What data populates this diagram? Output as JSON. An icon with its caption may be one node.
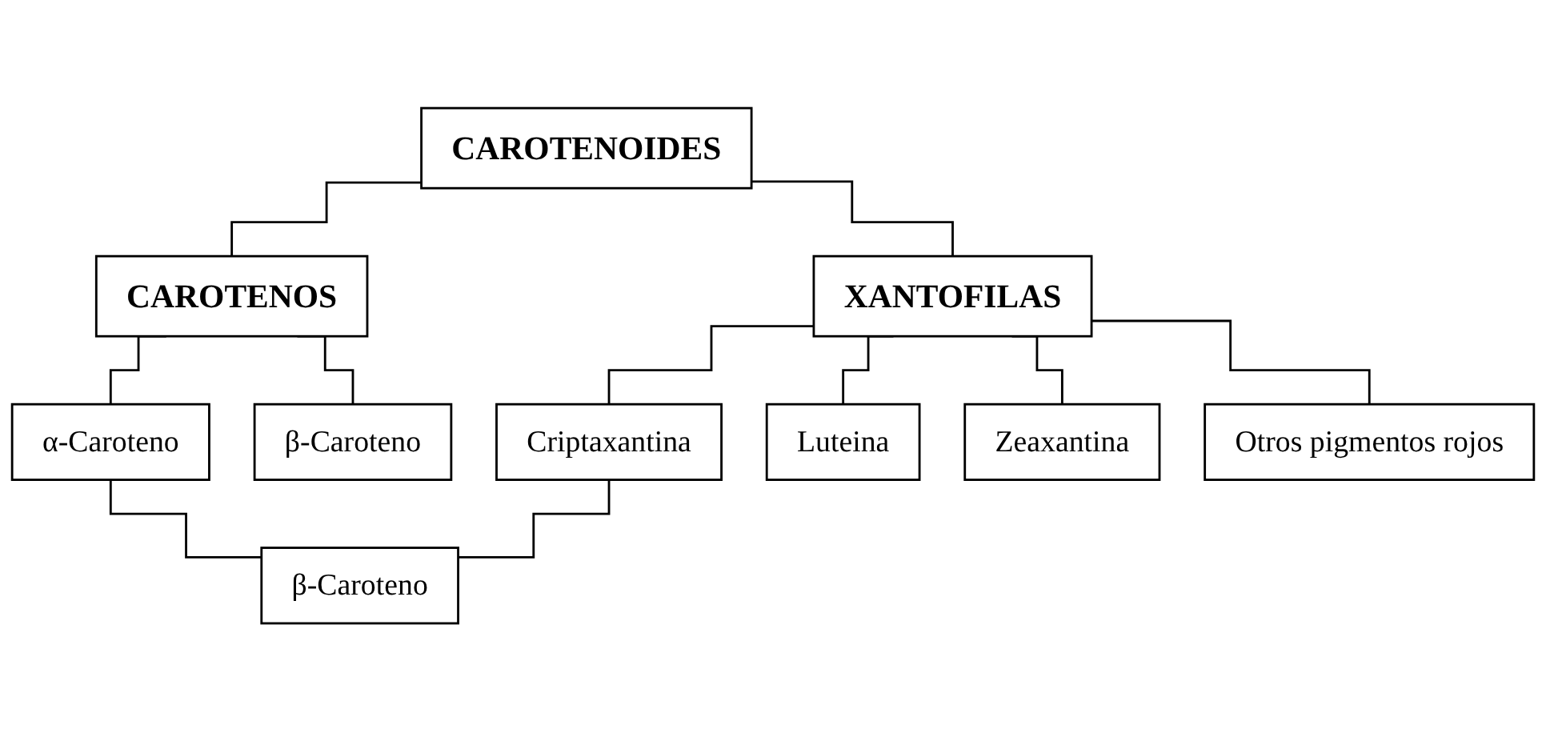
{
  "diagram": {
    "nodes": [
      {
        "text": [
          "CAROTENOIDES"
        ]
      },
      {
        "text": [
          "CAROTENOS"
        ]
      },
      {
        "text": [
          "XANTOFILAS"
        ]
      },
      {
        "text": [
          "α-Caroteno"
        ]
      },
      {
        "text": [
          "β-Caroteno"
        ]
      },
      {
        "text": [
          "Criptaxantina"
        ]
      },
      {
        "text": [
          "Luteina"
        ]
      },
      {
        "text": [
          "Zeaxantina"
        ]
      },
      {
        "text": [
          "Otros pigmentos rojos"
        ]
      },
      {
        "text": [
          "β-Caroteno"
        ]
      }
    ],
    "edges": [
      {
        "from": 0,
        "to": 1,
        "arrow": "none"
      },
      {
        "from": 0,
        "to": 2,
        "arrow": "none"
      },
      {
        "from": 1,
        "to": 3,
        "arrow": "none"
      },
      {
        "from": 1,
        "to": 4,
        "arrow": "none"
      },
      {
        "from": 2,
        "to": 5,
        "arrow": "none"
      },
      {
        "from": 2,
        "to": 6,
        "arrow": "none"
      },
      {
        "from": 2,
        "to": 7,
        "arrow": "none"
      },
      {
        "from": 2,
        "to": 8,
        "arrow": "none"
      },
      {
        "from": 3,
        "to": 9,
        "arrow": "none"
      },
      {
        "from": 5,
        "to": 9,
        "arrow": "none"
      }
    ]
  }
}
